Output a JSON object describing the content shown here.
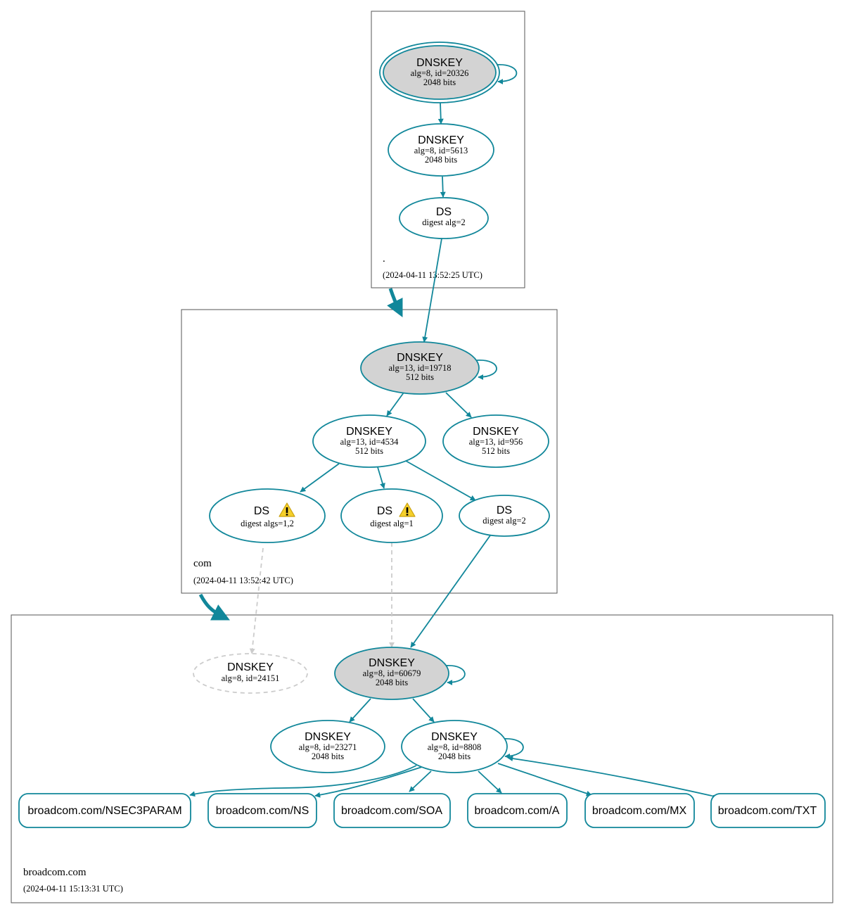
{
  "colors": {
    "edge": "#11879a",
    "node_stroke": "#11879a",
    "key_fill": "#d3d3d3",
    "inactive": "#cccccc",
    "warning": "#f5cf2a"
  },
  "zones": {
    "root": {
      "label": ".",
      "time": "(2024-04-11 13:52:25 UTC)"
    },
    "com": {
      "label": "com",
      "time": "(2024-04-11 13:52:42 UTC)"
    },
    "broadcom": {
      "label": "broadcom.com",
      "time": "(2024-04-11 15:13:31 UTC)"
    }
  },
  "nodes": {
    "root_ksk": {
      "title": "DNSKEY",
      "line1": "alg=8, id=20326",
      "line2": "2048 bits"
    },
    "root_zsk": {
      "title": "DNSKEY",
      "line1": "alg=8, id=5613",
      "line2": "2048 bits"
    },
    "root_ds": {
      "title": "DS",
      "line1": "digest alg=2"
    },
    "com_ksk": {
      "title": "DNSKEY",
      "line1": "alg=13, id=19718",
      "line2": "512 bits"
    },
    "com_zsk1": {
      "title": "DNSKEY",
      "line1": "alg=13, id=4534",
      "line2": "512 bits"
    },
    "com_zsk2": {
      "title": "DNSKEY",
      "line1": "alg=13, id=956",
      "line2": "512 bits"
    },
    "com_ds1": {
      "title": "DS",
      "line1": "digest algs=1,2",
      "warning": true
    },
    "com_ds2": {
      "title": "DS",
      "line1": "digest alg=1",
      "warning": true
    },
    "com_ds3": {
      "title": "DS",
      "line1": "digest alg=2"
    },
    "bc_missing": {
      "title": "DNSKEY",
      "line1": "alg=8, id=24151"
    },
    "bc_ksk": {
      "title": "DNSKEY",
      "line1": "alg=8, id=60679",
      "line2": "2048 bits"
    },
    "bc_zsk1": {
      "title": "DNSKEY",
      "line1": "alg=8, id=23271",
      "line2": "2048 bits"
    },
    "bc_zsk2": {
      "title": "DNSKEY",
      "line1": "alg=8, id=8808",
      "line2": "2048 bits"
    }
  },
  "rrsets": [
    {
      "label": "broadcom.com/NSEC3PARAM"
    },
    {
      "label": "broadcom.com/NS"
    },
    {
      "label": "broadcom.com/SOA"
    },
    {
      "label": "broadcom.com/A"
    },
    {
      "label": "broadcom.com/MX"
    },
    {
      "label": "broadcom.com/TXT"
    }
  ]
}
